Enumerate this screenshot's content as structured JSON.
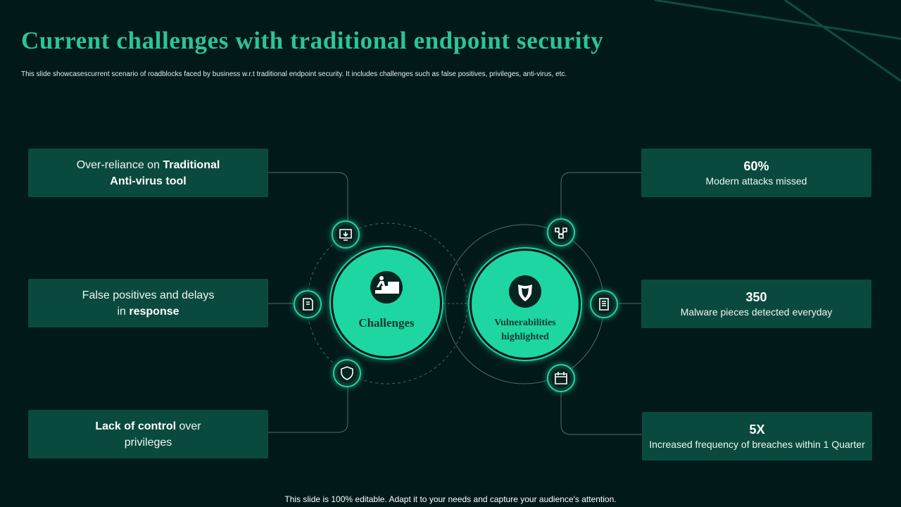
{
  "title": "Current challenges with traditional endpoint security",
  "subtitle": "This slide showcasescurrent scenario of roadblocks faced by business w.r.t traditional endpoint security. It includes challenges such as false positives, privileges, anti-virus, etc.",
  "challenges": [
    {
      "parts": [
        {
          "text": "Over-reliance on ",
          "bold": false
        },
        {
          "text": "Traditional",
          "bold": true
        },
        {
          "text": "\n",
          "bold": false
        },
        {
          "text": "Anti-virus tool",
          "bold": true
        }
      ],
      "icon": "monitor-download-icon"
    },
    {
      "parts": [
        {
          "text": "False positives and delays",
          "bold": false
        },
        {
          "text": "\n",
          "bold": false
        },
        {
          "text": "in ",
          "bold": false
        },
        {
          "text": "response",
          "bold": true
        }
      ],
      "icon": "document-alert-icon"
    },
    {
      "parts": [
        {
          "text": "Lack of control",
          "bold": true
        },
        {
          "text": " over",
          "bold": false
        },
        {
          "text": "\n",
          "bold": false
        },
        {
          "text": "privileges",
          "bold": false
        }
      ],
      "icon": "shield-icon"
    }
  ],
  "stats": [
    {
      "value": "60%",
      "label": "Modern  attacks missed",
      "icon": "network-icon"
    },
    {
      "value": "350",
      "label": "Malware pieces detected everyday",
      "icon": "scan-document-icon"
    },
    {
      "value": "5X",
      "label": "Increased frequency of breaches within 1 Quarter",
      "icon": "calendar-icon"
    }
  ],
  "left_hub": {
    "label": "Challenges",
    "icon": "stairs-climb-icon"
  },
  "right_hub": {
    "label_line1": "Vulnerabilities",
    "label_line2": "highlighted",
    "icon": "shield-badge-icon"
  },
  "footer": "This slide is 100% editable. Adapt it to your needs and capture your audience's attention.",
  "colors": {
    "background": "#02191a",
    "accent": "#2bc499",
    "box": "#0a4a3e",
    "hub": "#1ed6a2"
  }
}
